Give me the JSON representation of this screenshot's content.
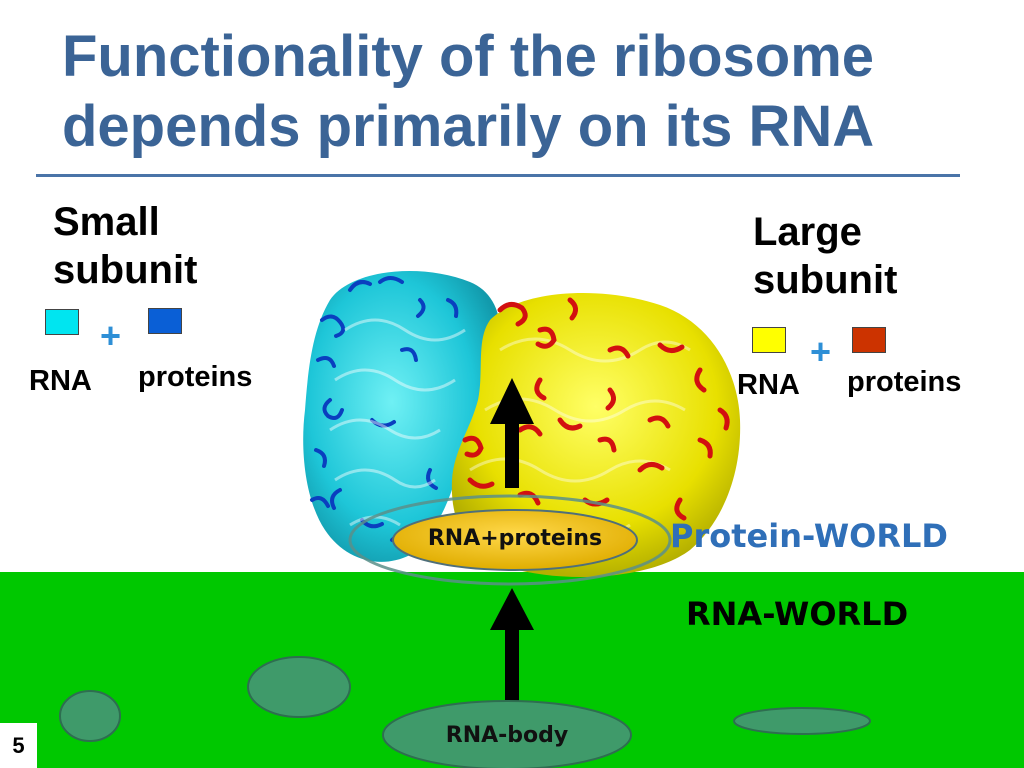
{
  "title": {
    "line1": "Functionality of the ribosome",
    "line2": "depends primarily on its RNA"
  },
  "small_subunit": {
    "title_line1": "Small",
    "title_line2": "subunit",
    "rna_label": "RNA",
    "proteins_label": "proteins",
    "plus": "+",
    "rna_color": "#00e5f0",
    "proteins_color": "#0a5fd6"
  },
  "large_subunit": {
    "title_line1": "Large",
    "title_line2": "subunit",
    "rna_label": "RNA",
    "proteins_label": "proteins",
    "plus": "+",
    "rna_color": "#ffff00",
    "proteins_color": "#cc3300"
  },
  "ribosome_label": "RNA+proteins",
  "rna_body_label": "RNA-body",
  "protein_world_label": "Protein-WORLD",
  "rna_world_label": "RNA-WORLD",
  "page_number": "5",
  "colors": {
    "title": "#3b6496",
    "rna_world_green": "#00c800",
    "protein_world_text": "#2f6fb8",
    "ribosome_oval": "#f2c313",
    "blob": "#3f9a6a"
  }
}
